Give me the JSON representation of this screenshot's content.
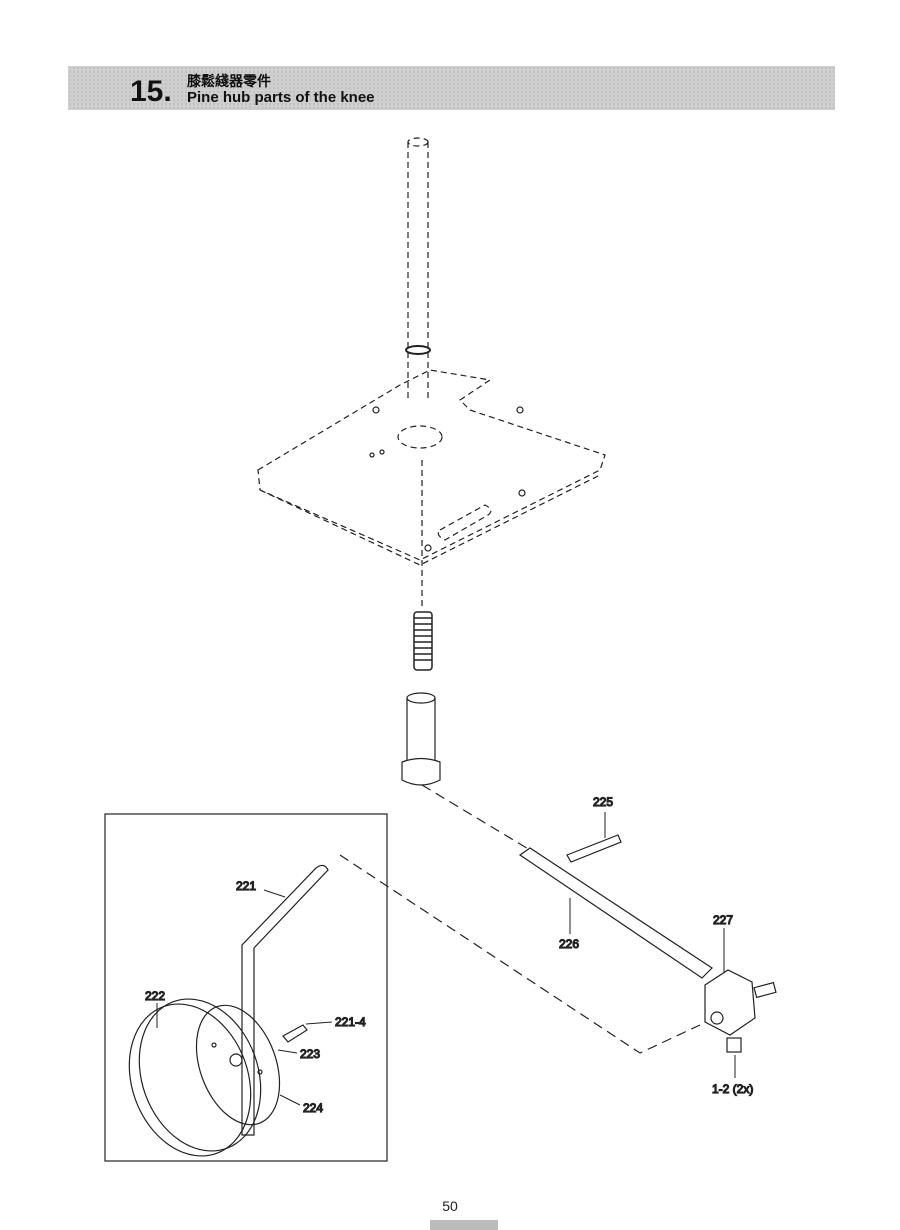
{
  "header": {
    "number": "15.",
    "title_zh": "膝鬆綫器零件",
    "title_en": "Pine hub parts of the knee"
  },
  "callouts": {
    "p221": "221",
    "p222": "222",
    "p221_4": "221-4",
    "p223": "223",
    "p224": "224",
    "p225": "225",
    "p226": "226",
    "p227": "227",
    "p1_2": "1-2 (2x)"
  },
  "page_number": "50"
}
